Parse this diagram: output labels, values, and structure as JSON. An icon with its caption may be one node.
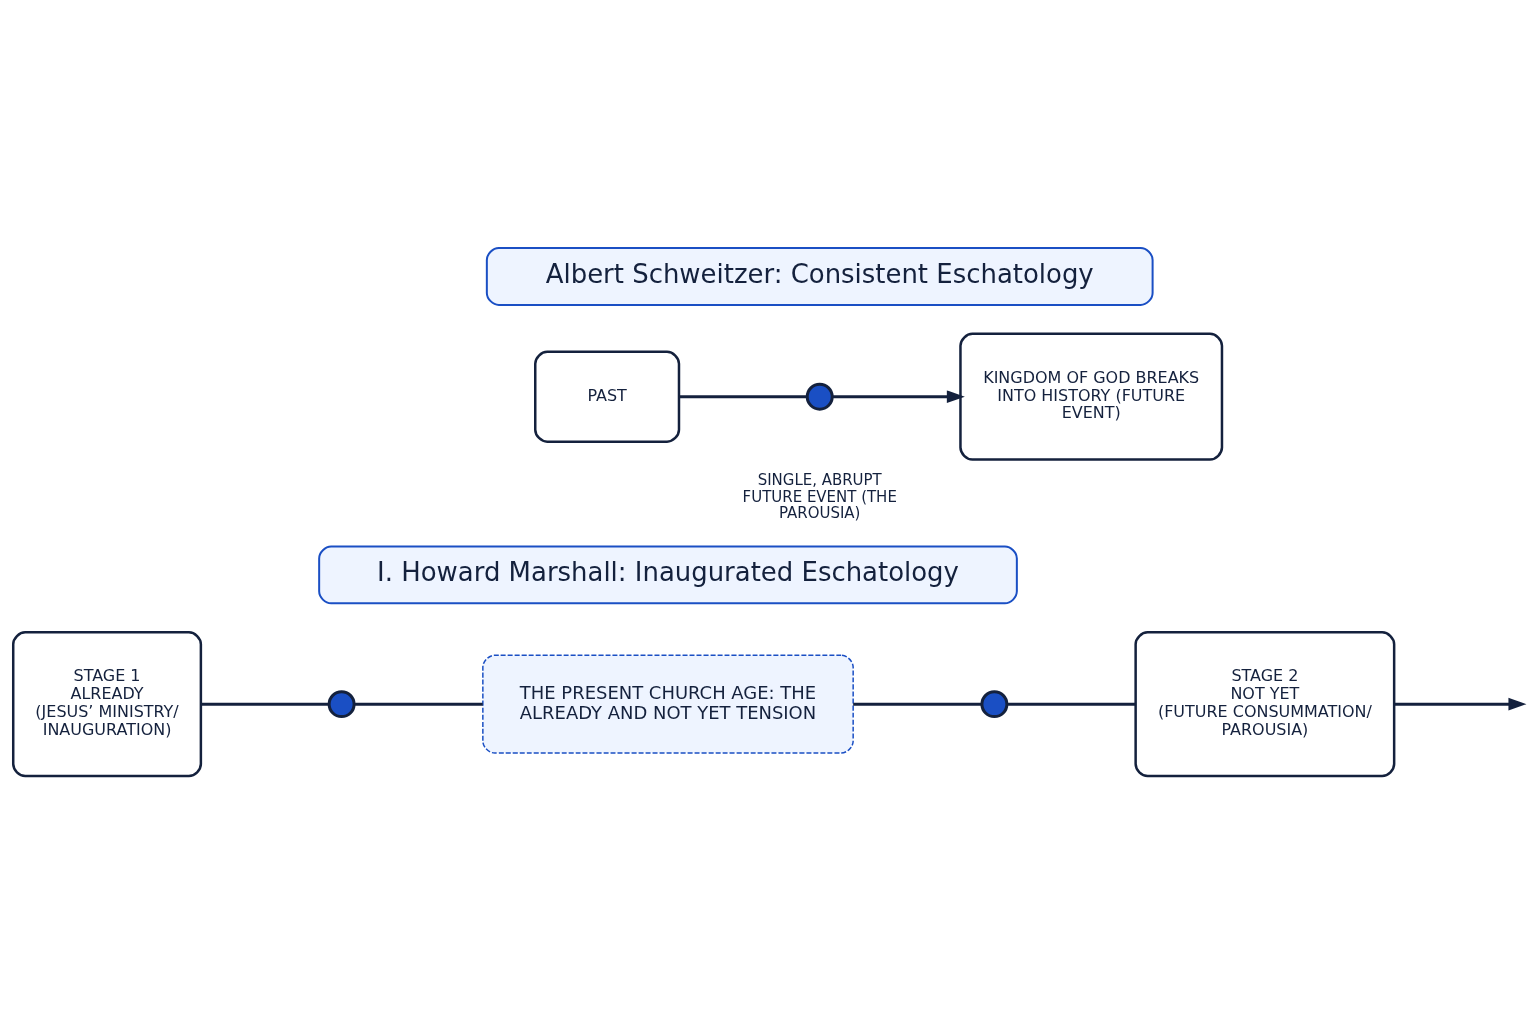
{
  "diagram": {
    "nodes": [
      {
        "text": [
          "Albert Schweitzer: Consistent Eschatology"
        ]
      },
      {
        "text": [
          "PAST"
        ]
      },
      {
        "text": [],
        "shape": "circle"
      },
      {
        "text": [
          "KINGDOM OF GOD BREAKS INTO HISTORY (FUTURE EVENT)"
        ]
      },
      {
        "text": [
          "I. Howard Marshall: Inaugurated Eschatology"
        ]
      },
      {
        "text": [
          "STAGE 1",
          "ALREADY",
          "(JESUS’ MINISTRY/ INAUGURATION)"
        ]
      },
      {
        "text": [],
        "shape": "circle"
      },
      {
        "text": [
          "THE PRESENT CHURCH AGE: THE ALREADY AND NOT YET TENSION"
        ]
      },
      {
        "text": [],
        "shape": "circle"
      },
      {
        "text": [
          "STAGE 2",
          "NOT YET",
          "(FUTURE CONSUMMATION/ PAROUSIA)"
        ]
      }
    ],
    "edges": [
      {
        "from": 1,
        "to": 2,
        "arrow": "none"
      },
      {
        "from": 2,
        "to": 3,
        "arrow": "to"
      },
      {
        "from": 5,
        "to": 6,
        "arrow": "none"
      },
      {
        "from": 6,
        "to": 7,
        "arrow": "none"
      },
      {
        "from": 7,
        "to": 8,
        "arrow": "none"
      },
      {
        "from": 8,
        "to": 9,
        "arrow": "none"
      },
      {
        "from": 9,
        "to": null,
        "arrow": "to"
      }
    ],
    "labels": [
      "SINGLE, ABRUPT FUTURE EVENT (THE PAROUSIA)"
    ]
  }
}
